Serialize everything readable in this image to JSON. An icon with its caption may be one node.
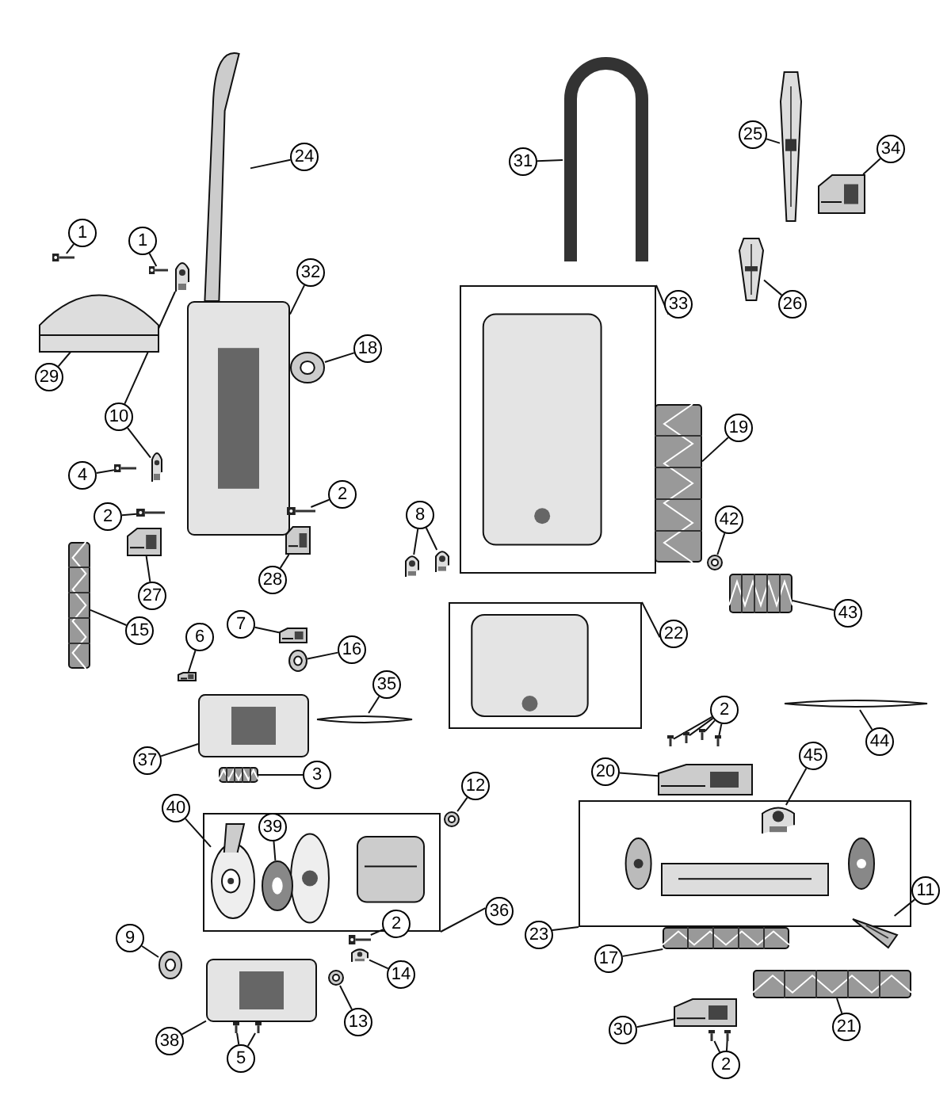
{
  "diagram": {
    "nodes": [
      {
        "text": [
          "1"
        ]
      },
      {
        "text": [],
        "shape": "picture"
      },
      {
        "text": [
          "1"
        ]
      },
      {
        "text": [],
        "shape": "picture"
      },
      {
        "text": [
          "24"
        ]
      },
      {
        "text": [],
        "shape": "picture"
      },
      {
        "text": [
          "29"
        ]
      },
      {
        "text": [],
        "shape": "picture"
      },
      {
        "text": [
          "10"
        ]
      },
      {
        "text": [],
        "shape": "picture"
      },
      {
        "text": [],
        "shape": "picture"
      },
      {
        "text": [
          "32"
        ]
      },
      {
        "text": [],
        "shape": "picture"
      },
      {
        "text": [
          "18"
        ]
      },
      {
        "text": [],
        "shape": "picture"
      },
      {
        "text": [
          "4"
        ]
      },
      {
        "text": [],
        "shape": "picture"
      },
      {
        "text": [
          "2"
        ]
      },
      {
        "text": [],
        "shape": "picture"
      },
      {
        "text": [
          "2"
        ]
      },
      {
        "text": [],
        "shape": "picture"
      },
      {
        "text": [
          "27"
        ]
      },
      {
        "text": [],
        "shape": "picture"
      },
      {
        "text": [
          "28"
        ]
      },
      {
        "text": [],
        "shape": "picture"
      },
      {
        "text": [
          "8"
        ]
      },
      {
        "text": [],
        "shape": "picture"
      },
      {
        "text": [],
        "shape": "picture"
      },
      {
        "text": [
          "15"
        ]
      },
      {
        "text": [],
        "shape": "picture"
      },
      {
        "text": [
          "6"
        ]
      },
      {
        "text": [],
        "shape": "picture"
      },
      {
        "text": [
          "7"
        ]
      },
      {
        "text": [],
        "shape": "picture"
      },
      {
        "text": [
          "16"
        ]
      },
      {
        "text": [],
        "shape": "picture"
      },
      {
        "text": [
          "35"
        ]
      },
      {
        "text": [],
        "shape": "picture"
      },
      {
        "text": [
          "37"
        ]
      },
      {
        "text": [],
        "shape": "picture"
      },
      {
        "text": [
          "3"
        ]
      },
      {
        "text": [],
        "shape": "picture"
      },
      {
        "text": [],
        "shape": "box"
      },
      {
        "text": [
          "40"
        ]
      },
      {
        "text": [],
        "shape": "picture",
        "in": 42
      },
      {
        "text": [
          "39"
        ],
        "in": 42
      },
      {
        "text": [],
        "shape": "picture",
        "in": 42
      },
      {
        "text": [
          "12"
        ]
      },
      {
        "text": [],
        "shape": "picture"
      },
      {
        "text": [
          "36"
        ]
      },
      {
        "text": [
          "9"
        ]
      },
      {
        "text": [],
        "shape": "picture"
      },
      {
        "text": [
          "2"
        ]
      },
      {
        "text": [],
        "shape": "picture"
      },
      {
        "text": [
          "14"
        ]
      },
      {
        "text": [],
        "shape": "picture"
      },
      {
        "text": [
          "13"
        ]
      },
      {
        "text": [],
        "shape": "picture"
      },
      {
        "text": [
          "38"
        ]
      },
      {
        "text": [],
        "shape": "picture"
      },
      {
        "text": [
          "5"
        ]
      },
      {
        "text": [],
        "shape": "picture"
      },
      {
        "text": [],
        "shape": "picture"
      },
      {
        "text": [
          "31"
        ]
      },
      {
        "text": [],
        "shape": "picture"
      },
      {
        "text": [
          "25"
        ]
      },
      {
        "text": [],
        "shape": "picture"
      },
      {
        "text": [
          "34"
        ]
      },
      {
        "text": [],
        "shape": "picture"
      },
      {
        "text": [
          "26"
        ]
      },
      {
        "text": [],
        "shape": "picture"
      },
      {
        "text": [
          "33"
        ]
      },
      {
        "text": [],
        "shape": "picture"
      },
      {
        "text": [
          "19"
        ]
      },
      {
        "text": [],
        "shape": "picture"
      },
      {
        "text": [
          "42"
        ]
      },
      {
        "text": [],
        "shape": "picture"
      },
      {
        "text": [
          "43"
        ]
      },
      {
        "text": [],
        "shape": "picture"
      },
      {
        "text": [
          "22"
        ]
      },
      {
        "text": [],
        "shape": "picture"
      },
      {
        "text": [
          "44"
        ]
      },
      {
        "text": [],
        "shape": "picture"
      },
      {
        "text": [
          "2"
        ]
      },
      {
        "text": [],
        "shape": "picture"
      },
      {
        "text": [],
        "shape": "picture"
      },
      {
        "text": [],
        "shape": "picture"
      },
      {
        "text": [],
        "shape": "picture"
      },
      {
        "text": [
          "20"
        ]
      },
      {
        "text": [],
        "shape": "picture"
      },
      {
        "text": [],
        "shape": "box"
      },
      {
        "text": [
          "45"
        ]
      },
      {
        "text": [],
        "shape": "picture",
        "in": 90
      },
      {
        "text": [
          "23"
        ]
      },
      {
        "text": [
          "11"
        ]
      },
      {
        "text": [],
        "shape": "picture"
      },
      {
        "text": [
          "17"
        ]
      },
      {
        "text": [],
        "shape": "picture"
      },
      {
        "text": [
          "21"
        ]
      },
      {
        "text": [],
        "shape": "picture"
      },
      {
        "text": [
          "30"
        ]
      },
      {
        "text": [],
        "shape": "picture"
      },
      {
        "text": [
          "2"
        ]
      },
      {
        "text": [],
        "shape": "picture"
      },
      {
        "text": [],
        "shape": "picture"
      }
    ],
    "edges": [
      {
        "from": 0,
        "to": 1,
        "arrow": "none"
      },
      {
        "from": 2,
        "to": 3,
        "arrow": "none"
      },
      {
        "from": 4,
        "to": 5,
        "arrow": "none"
      },
      {
        "from": 6,
        "to": 7,
        "arrow": "none"
      },
      {
        "from": 8,
        "to": 9,
        "arrow": "none"
      },
      {
        "from": 8,
        "to": 10,
        "arrow": "none"
      },
      {
        "from": 11,
        "to": 12,
        "arrow": "none"
      },
      {
        "from": 13,
        "to": 14,
        "arrow": "none"
      },
      {
        "from": 15,
        "to": 16,
        "arrow": "none"
      },
      {
        "from": 17,
        "to": 18,
        "arrow": "none"
      },
      {
        "from": 19,
        "to": 20,
        "arrow": "none"
      },
      {
        "from": 21,
        "to": 22,
        "arrow": "none"
      },
      {
        "from": 23,
        "to": 24,
        "arrow": "none"
      },
      {
        "from": 25,
        "to": 26,
        "arrow": "none"
      },
      {
        "from": 25,
        "to": 27,
        "arrow": "none"
      },
      {
        "from": 28,
        "to": 29,
        "arrow": "none"
      },
      {
        "from": 30,
        "to": 31,
        "arrow": "none"
      },
      {
        "from": 32,
        "to": 33,
        "arrow": "none"
      },
      {
        "from": 34,
        "to": 35,
        "arrow": "none"
      },
      {
        "from": 36,
        "to": 37,
        "arrow": "none"
      },
      {
        "from": 38,
        "to": 39,
        "arrow": "none"
      },
      {
        "from": 40,
        "to": 41,
        "arrow": "none"
      },
      {
        "from": 43,
        "to": 44,
        "arrow": "none"
      },
      {
        "from": 45,
        "to": 46,
        "arrow": "none"
      },
      {
        "from": 47,
        "to": 48,
        "arrow": "none"
      },
      {
        "from": 49,
        "to": 42,
        "arrow": "none"
      },
      {
        "from": 50,
        "to": 51,
        "arrow": "none"
      },
      {
        "from": 52,
        "to": 53,
        "arrow": "none"
      },
      {
        "from": 54,
        "to": 55,
        "arrow": "none"
      },
      {
        "from": 56,
        "to": 57,
        "arrow": "none"
      },
      {
        "from": 58,
        "to": 59,
        "arrow": "none"
      },
      {
        "from": 60,
        "to": 61,
        "arrow": "none"
      },
      {
        "from": 60,
        "to": 62,
        "arrow": "none"
      },
      {
        "from": 63,
        "to": 64,
        "arrow": "none"
      },
      {
        "from": 65,
        "to": 66,
        "arrow": "none"
      },
      {
        "from": 67,
        "to": 68,
        "arrow": "none"
      },
      {
        "from": 69,
        "to": 70,
        "arrow": "none"
      },
      {
        "from": 71,
        "to": 72,
        "arrow": "none"
      },
      {
        "from": 73,
        "to": 74,
        "arrow": "none"
      },
      {
        "from": 75,
        "to": 76,
        "arrow": "none"
      },
      {
        "from": 77,
        "to": 78,
        "arrow": "none"
      },
      {
        "from": 79,
        "to": 80,
        "arrow": "none"
      },
      {
        "from": 81,
        "to": 82,
        "arrow": "none"
      },
      {
        "from": 83,
        "to": 84,
        "arrow": "none"
      },
      {
        "from": 83,
        "to": 85,
        "arrow": "none"
      },
      {
        "from": 83,
        "to": 86,
        "arrow": "none"
      },
      {
        "from": 83,
        "to": 87,
        "arrow": "none"
      },
      {
        "from": 88,
        "to": 89,
        "arrow": "none"
      },
      {
        "from": 91,
        "to": 92,
        "arrow": "none"
      },
      {
        "from": 93,
        "to": 90,
        "arrow": "none"
      },
      {
        "from": 94,
        "to": 95,
        "arrow": "none"
      },
      {
        "from": 96,
        "to": 97,
        "arrow": "none"
      },
      {
        "from": 98,
        "to": 99,
        "arrow": "none"
      },
      {
        "from": 100,
        "to": 101,
        "arrow": "none"
      },
      {
        "from": 102,
        "to": 103,
        "arrow": "none"
      },
      {
        "from": 102,
        "to": 104,
        "arrow": "none"
      }
    ]
  }
}
